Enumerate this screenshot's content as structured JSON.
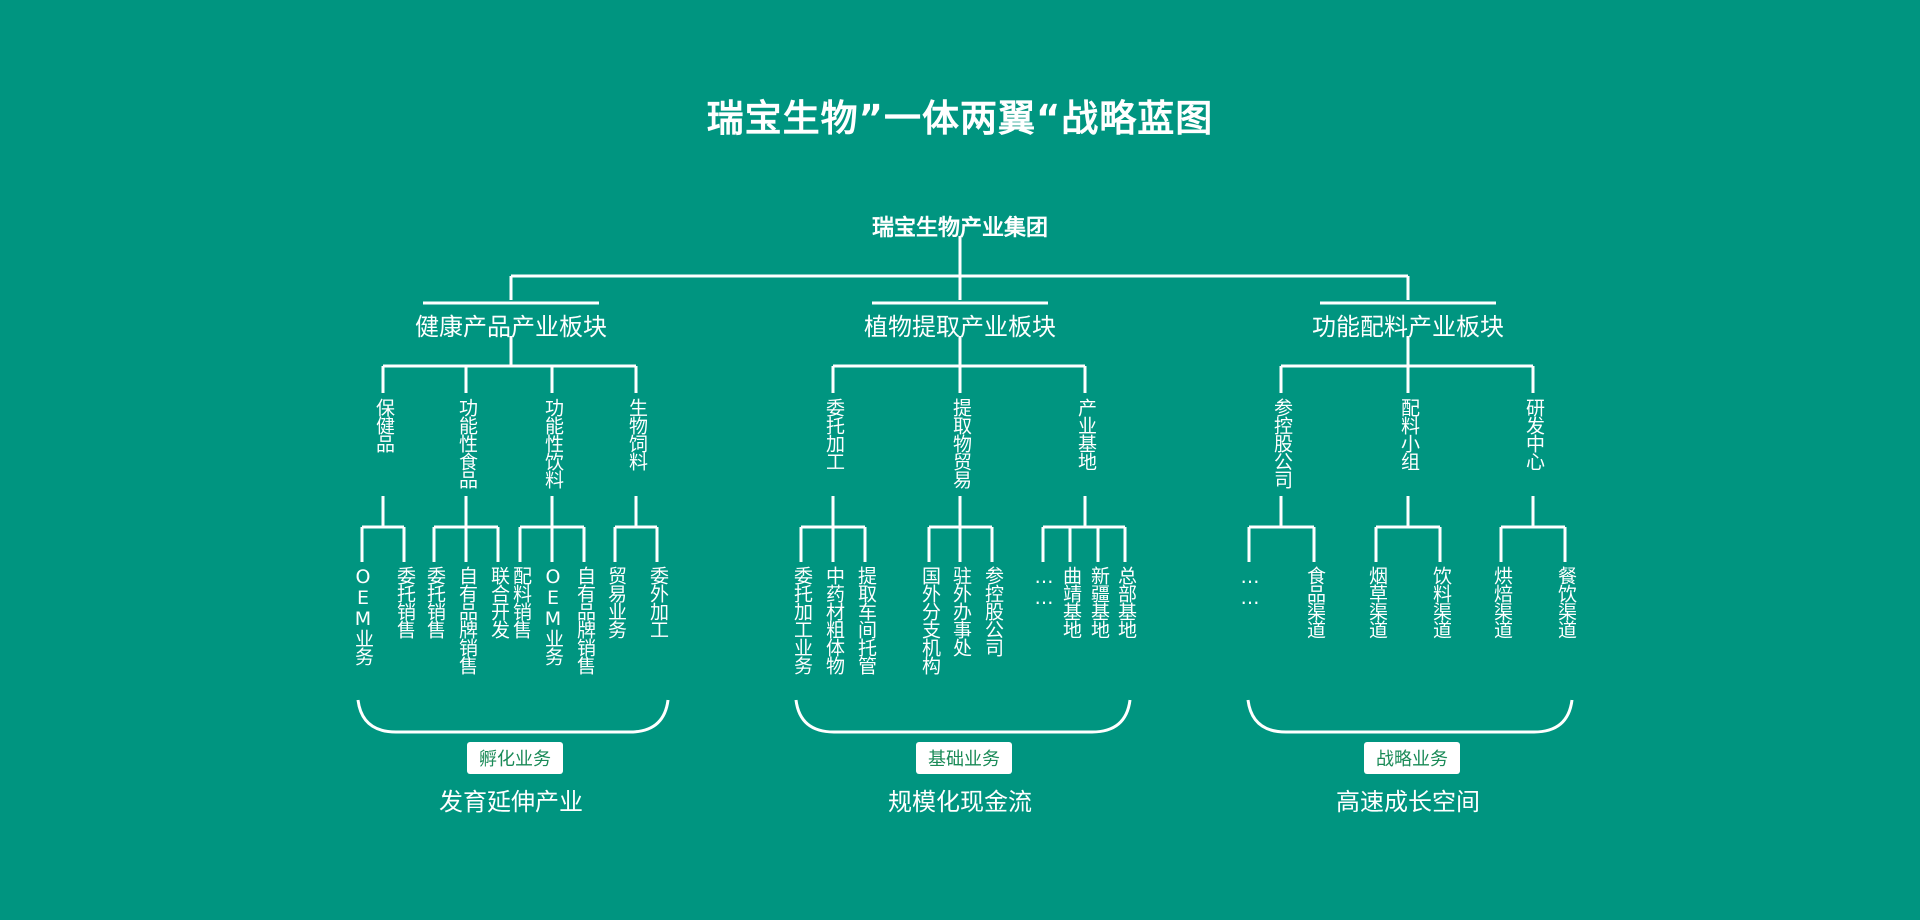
{
  "title": "瑞宝生物”一体两翼“战略蓝图",
  "root": "瑞宝生物产业集团",
  "sectors": [
    {
      "name": "健康产品产业板块",
      "categories": [
        {
          "name": "保健品",
          "items": [
            "OEM业务",
            "委托销售"
          ]
        },
        {
          "name": "功能性食品",
          "items": [
            "委托销售",
            "自有品牌销售",
            "联合开发"
          ]
        },
        {
          "name": "功能性饮料",
          "items": [
            "配料销售",
            "OEM业务",
            "自有品牌销售"
          ]
        },
        {
          "name": "生物饲料",
          "items": [
            "贸易业务",
            "委外加工"
          ]
        }
      ],
      "tag": "孵化业务",
      "slogan": "发育延伸产业"
    },
    {
      "name": "植物提取产业板块",
      "categories": [
        {
          "name": "委托加工",
          "items": [
            "委托加工业务",
            "中药材粗体物",
            "提取车间托管"
          ]
        },
        {
          "name": "提取物贸易",
          "items": [
            "国外分支机构",
            "驻外办事处",
            "参控股公司"
          ]
        },
        {
          "name": "产业基地",
          "items": [
            "……",
            "曲靖基地",
            "新疆基地",
            "总部基地"
          ]
        }
      ],
      "tag": "基础业务",
      "slogan": "规模化现金流"
    },
    {
      "name": "功能配料产业板块",
      "categories": [
        {
          "name": "参控股公司",
          "items": [
            "……",
            "食品渠道"
          ]
        },
        {
          "name": "配料小组",
          "items": [
            "烟草渠道",
            "饮料渠道"
          ]
        },
        {
          "name": "研发中心",
          "items": [
            "烘焙渠道",
            "餐饮渠道"
          ]
        }
      ],
      "tag": "战略业务",
      "slogan": "高速成长空间"
    }
  ]
}
